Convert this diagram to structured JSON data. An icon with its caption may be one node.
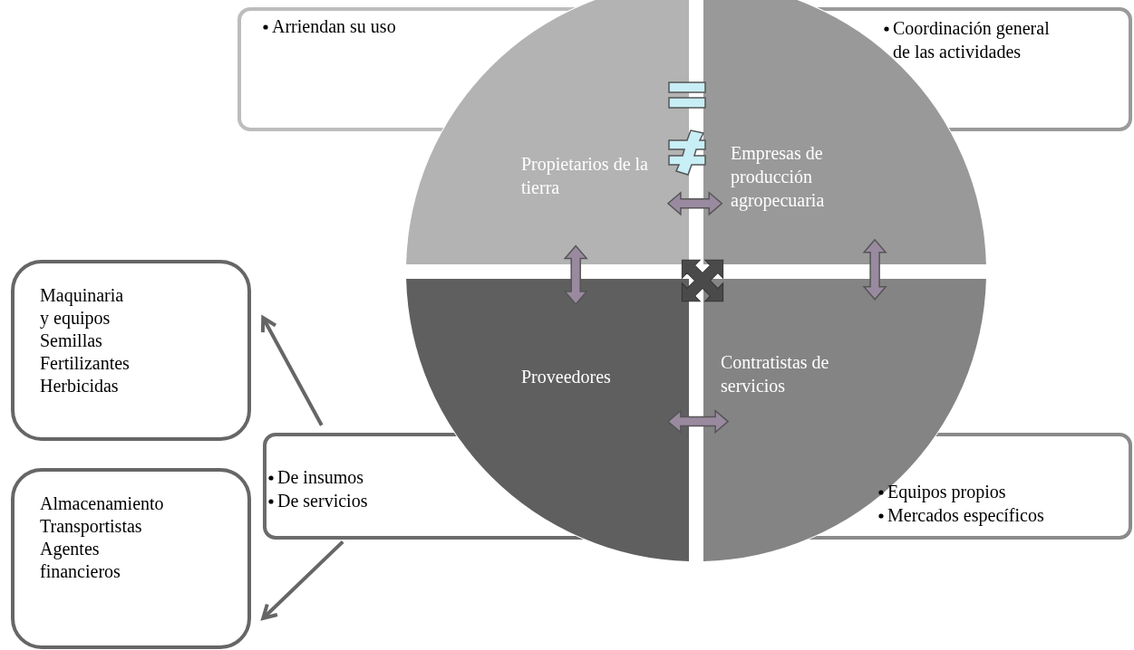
{
  "diagram": {
    "nodes": [
      {
        "text": [
          "Propietarios de la tierra"
        ]
      },
      {
        "text": [
          "Empresas de producción agropecuaria"
        ]
      },
      {
        "text": [
          "Proveedores"
        ]
      },
      {
        "text": [
          "Contratistas de servicios"
        ]
      },
      {
        "text": [
          "Arriendan su uso"
        ]
      },
      {
        "text": [
          "Coordinación general de las actividades"
        ]
      },
      {
        "text": [
          "De insumos",
          "De servicios"
        ]
      },
      {
        "text": [
          "Equipos propios",
          "Mercados específicos"
        ]
      },
      {
        "text": [
          "Maquinaria y equipos",
          "Semillas",
          "Fertilizantes",
          "Herbicidas"
        ]
      },
      {
        "text": [
          "Almacenamiento",
          "Transportistas",
          "Agentes financieros"
        ]
      }
    ],
    "edges": [
      {
        "from": 0,
        "to": 1,
        "arrow": "both",
        "style": "thick",
        "color": "#9a8aa0"
      },
      {
        "from": 0,
        "to": 2,
        "arrow": "both",
        "style": "thick",
        "color": "#9a8aa0"
      },
      {
        "from": 1,
        "to": 3,
        "arrow": "both",
        "style": "thick",
        "color": "#9a8aa0"
      },
      {
        "from": 2,
        "to": 3,
        "arrow": "both",
        "style": "thick",
        "color": "#9a8aa0"
      },
      {
        "from": 6,
        "to": 8,
        "arrow": "to"
      },
      {
        "from": 6,
        "to": 9,
        "arrow": "to"
      }
    ]
  }
}
